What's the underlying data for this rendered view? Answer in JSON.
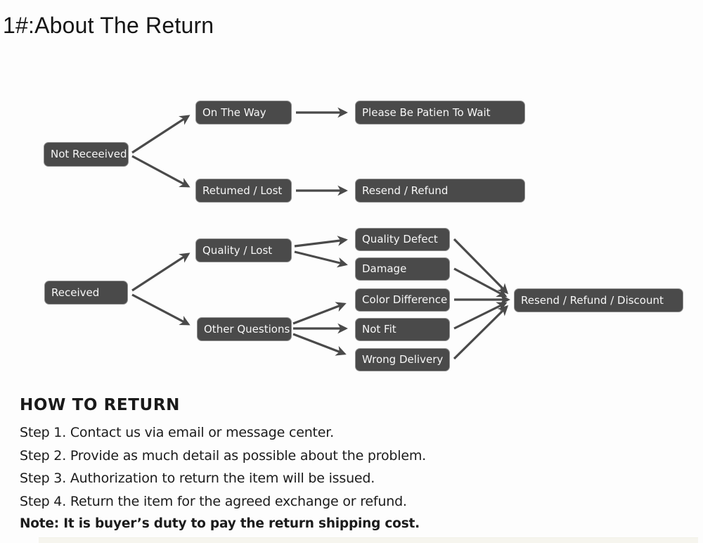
{
  "title": "1#:About The Return",
  "flowchart": {
    "nodes": [
      {
        "id": "not-received",
        "label": "Not Receeived"
      },
      {
        "id": "on-the-way",
        "label": "On The Way"
      },
      {
        "id": "please-wait",
        "label": "Please Be Patien To Wait"
      },
      {
        "id": "returned-lost",
        "label": "Retumed / Lost"
      },
      {
        "id": "resend-refund",
        "label": "Resend / Refund"
      },
      {
        "id": "received",
        "label": "Received"
      },
      {
        "id": "quality-lost",
        "label": "Quality / Lost"
      },
      {
        "id": "other-questions",
        "label": "Other Questions"
      },
      {
        "id": "quality-defect",
        "label": "Quality Defect"
      },
      {
        "id": "damage",
        "label": "Damage"
      },
      {
        "id": "color-difference",
        "label": "Color Difference"
      },
      {
        "id": "not-fit",
        "label": "Not Fit"
      },
      {
        "id": "wrong-delivery",
        "label": "Wrong Delivery"
      },
      {
        "id": "resend-refund-discount",
        "label": "Resend / Refund / Discount"
      }
    ],
    "edges": [
      {
        "from": "not-received",
        "to": "on-the-way"
      },
      {
        "from": "not-received",
        "to": "returned-lost"
      },
      {
        "from": "on-the-way",
        "to": "please-wait"
      },
      {
        "from": "returned-lost",
        "to": "resend-refund"
      },
      {
        "from": "received",
        "to": "quality-lost"
      },
      {
        "from": "received",
        "to": "other-questions"
      },
      {
        "from": "quality-lost",
        "to": "quality-defect"
      },
      {
        "from": "quality-lost",
        "to": "damage"
      },
      {
        "from": "other-questions",
        "to": "color-difference"
      },
      {
        "from": "other-questions",
        "to": "not-fit"
      },
      {
        "from": "other-questions",
        "to": "wrong-delivery"
      },
      {
        "from": "quality-defect",
        "to": "resend-refund-discount"
      },
      {
        "from": "damage",
        "to": "resend-refund-discount"
      },
      {
        "from": "color-difference",
        "to": "resend-refund-discount"
      },
      {
        "from": "not-fit",
        "to": "resend-refund-discount"
      },
      {
        "from": "wrong-delivery",
        "to": "resend-refund-discount"
      }
    ],
    "colors": {
      "node_bg": "#4a4a4a",
      "node_border": "#8f8f8f",
      "node_text": "#f7f7f7",
      "arrow": "#4a4a4a"
    }
  },
  "how_to": {
    "heading": "HOW TO RETURN",
    "steps": [
      "Step 1. Contact us via email or message center.",
      "Step 2. Provide as much detail as possible about the problem.",
      "Step 3. Authorization to return the item will be issued.",
      "Step 4. Return the item for the agreed exchange or refund."
    ],
    "note": "Note: It is buyer’s duty to pay the return shipping cost."
  }
}
